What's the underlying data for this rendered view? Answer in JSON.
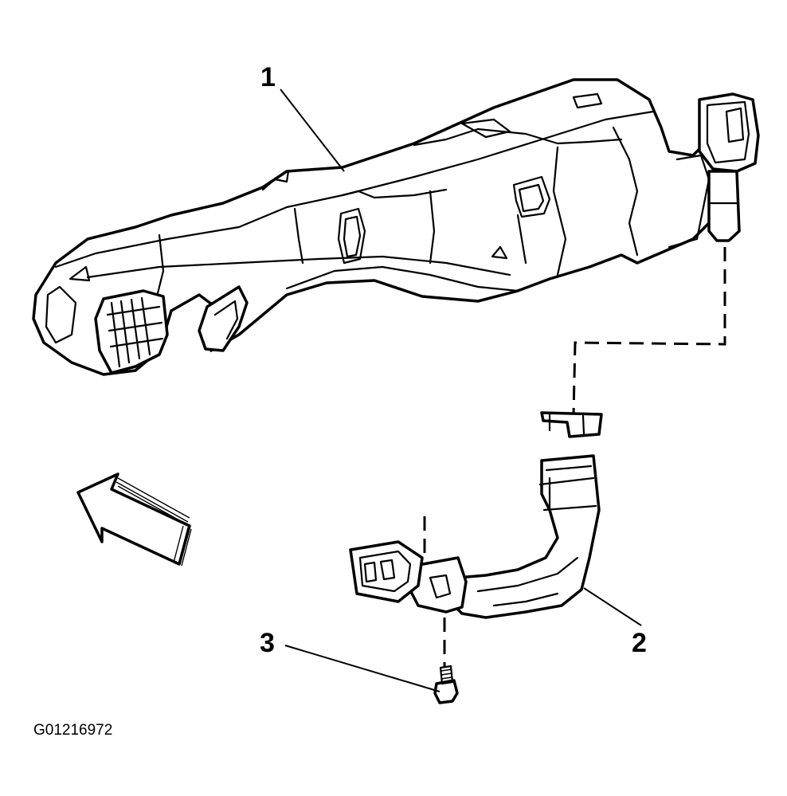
{
  "figure": {
    "callouts": [
      "1",
      "2",
      "3"
    ],
    "figure_id": "G01216972"
  }
}
